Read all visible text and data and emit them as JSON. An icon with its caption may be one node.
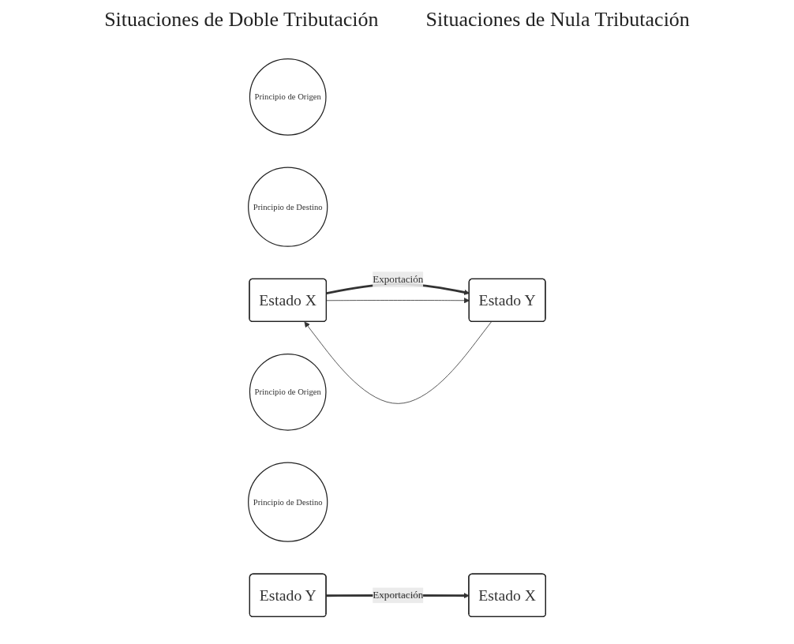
{
  "diagram": {
    "nodes": [
      {
        "text": [
          "Principio de Origen"
        ]
      },
      {
        "text": [
          "Principio de Destino"
        ]
      },
      {
        "text": [
          "Estado X"
        ]
      },
      {
        "text": [
          "Estado Y"
        ]
      },
      {
        "text": [
          "Principio de Origen"
        ]
      },
      {
        "text": [
          "Principio de Destino"
        ]
      },
      {
        "text": [
          "Estado X"
        ]
      },
      {
        "text": [
          "Estado Y"
        ]
      }
    ],
    "edges": [
      {
        "from": 2,
        "to": 3,
        "arrow": "to",
        "label": "Exportación",
        "style": "thick"
      },
      {
        "from": 2,
        "to": 3,
        "arrow": "to"
      },
      {
        "from": 3,
        "to": 2,
        "arrow": "to"
      },
      {
        "from": 7,
        "to": 6,
        "arrow": "to",
        "label": "Exportación",
        "style": "thick"
      }
    ],
    "labels": [
      "Situaciones de Doble Tributación",
      "Situaciones de Nula Tributación"
    ]
  }
}
